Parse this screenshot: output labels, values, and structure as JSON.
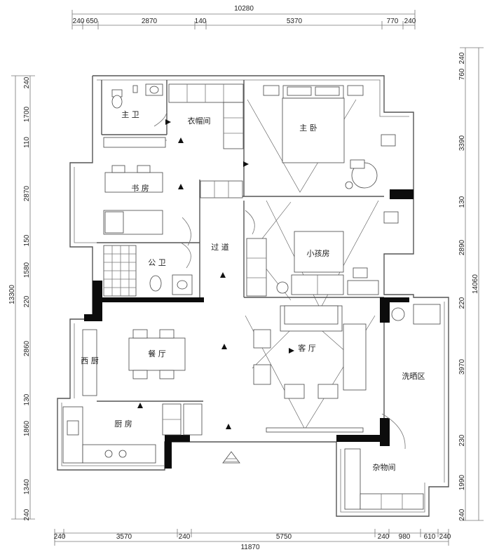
{
  "dimensions": {
    "top_total": "10280",
    "top_segments": [
      "240",
      "650",
      "2870",
      "140",
      "5370",
      "770",
      "240"
    ],
    "bottom_total": "11870",
    "bottom_segments": [
      "240",
      "3570",
      "240",
      "5750",
      "240",
      "980",
      "610",
      "240"
    ],
    "left_total": "13300",
    "left_segments": [
      "240",
      "1700",
      "110",
      "2870",
      "150",
      "1580",
      "220",
      "2860",
      "130",
      "1860",
      "1340",
      "240"
    ],
    "right_total": "14060",
    "right_segments": [
      "240",
      "760",
      "3390",
      "130",
      "2890",
      "220",
      "3970",
      "230",
      "1990",
      "240"
    ]
  },
  "rooms": {
    "master_bath": "主 卫",
    "closet": "衣帽间",
    "master_bedroom": "主 卧",
    "study": "书 房",
    "corridor": "过 道",
    "kids_room": "小孩房",
    "public_bath": "公 卫",
    "living_room": "客 厅",
    "dining": "餐 厅",
    "west_kitchen": "西 厨",
    "kitchen": "厨 房",
    "laundry": "洗晒区",
    "storage": "杂物间"
  }
}
